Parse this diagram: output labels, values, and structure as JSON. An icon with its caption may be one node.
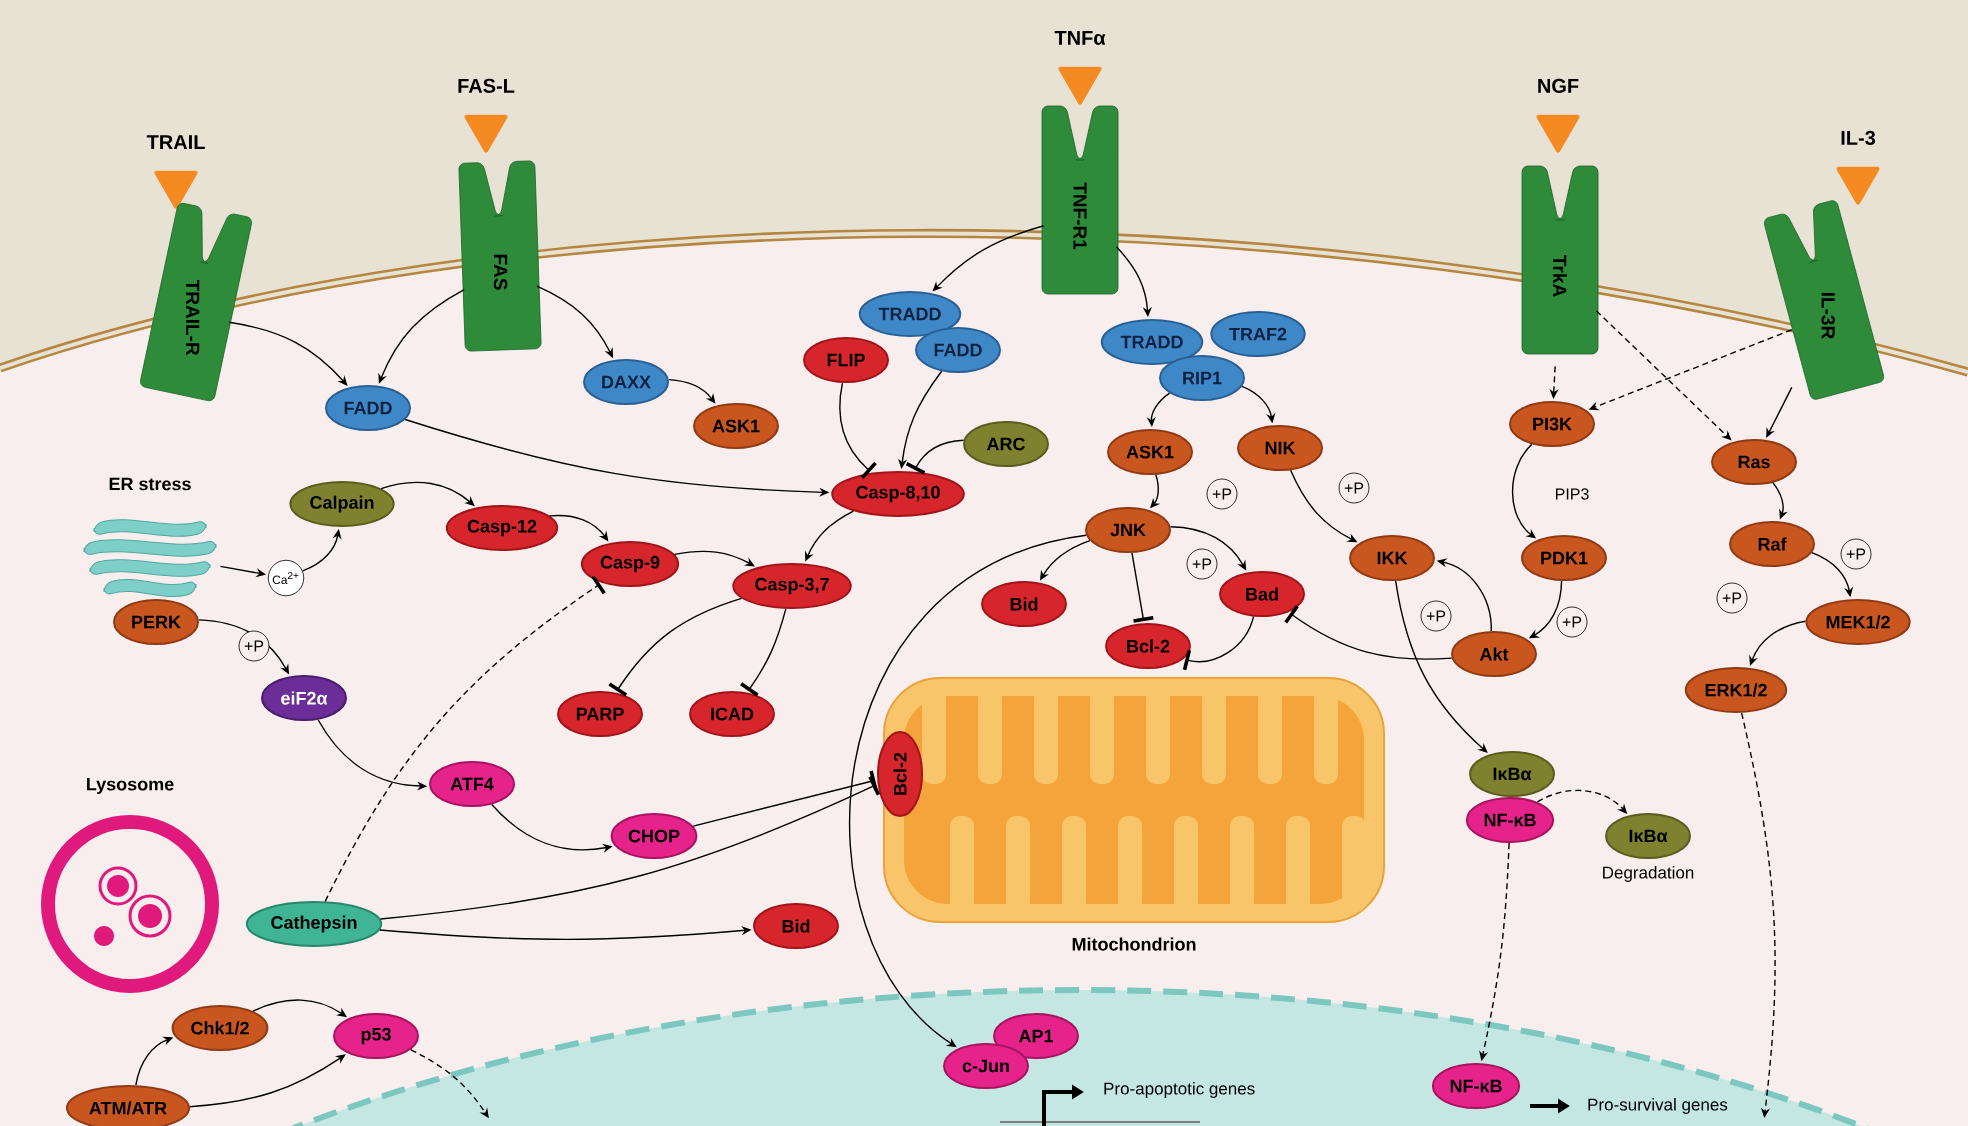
{
  "diagram": {
    "nodes": [
      {
        "text": [
          "TRAIL"
        ]
      },
      {
        "text": [
          "FAS-L"
        ]
      },
      {
        "text": [
          "TNFα"
        ]
      },
      {
        "text": [
          "NGF"
        ]
      },
      {
        "text": [
          "IL-3"
        ]
      },
      {
        "text": [
          "TRAIL-R"
        ]
      },
      {
        "text": [
          "FAS"
        ]
      },
      {
        "text": [
          "TNF-R1"
        ]
      },
      {
        "text": [
          "TrkA"
        ]
      },
      {
        "text": [
          "IL-3R"
        ]
      },
      {
        "text": [
          "FADD"
        ]
      },
      {
        "text": [
          "DAXX"
        ]
      },
      {
        "text": [
          "ASK1"
        ]
      },
      {
        "text": [
          "TRADD"
        ]
      },
      {
        "text": [
          "FADD"
        ]
      },
      {
        "text": [
          "FLIP"
        ]
      },
      {
        "text": [
          "ARC"
        ]
      },
      {
        "text": [
          "Casp-8,10"
        ]
      },
      {
        "text": [
          "TRADD"
        ]
      },
      {
        "text": [
          "TRAF2"
        ]
      },
      {
        "text": [
          "RIP1"
        ]
      },
      {
        "text": [
          "ASK1"
        ]
      },
      {
        "text": [
          "NIK"
        ]
      },
      {
        "text": [
          "JNK"
        ]
      },
      {
        "text": [
          "IKK"
        ]
      },
      {
        "text": [
          "PI3K"
        ]
      },
      {
        "text": [
          "PDK1"
        ]
      },
      {
        "text": [
          "Ras"
        ]
      },
      {
        "text": [
          "Raf"
        ]
      },
      {
        "text": [
          "MEK1/2"
        ]
      },
      {
        "text": [
          "ERK1/2"
        ]
      },
      {
        "text": [
          "Akt"
        ]
      },
      {
        "text": [
          "Bid"
        ]
      },
      {
        "text": [
          "Bad"
        ]
      },
      {
        "text": [
          "Bcl-2"
        ]
      },
      {
        "text": [
          "ER stress"
        ]
      },
      {
        "text": [
          "Calpain"
        ]
      },
      {
        "text": [
          "Casp-12"
        ]
      },
      {
        "text": [
          "Casp-9"
        ]
      },
      {
        "text": [
          "Casp-3,7"
        ]
      },
      {
        "text": [
          "PERK"
        ]
      },
      {
        "text": [
          "eiF2α"
        ]
      },
      {
        "text": [
          "PARP"
        ]
      },
      {
        "text": [
          "ICAD"
        ]
      },
      {
        "text": [
          "ATF4"
        ]
      },
      {
        "text": [
          "CHOP"
        ]
      },
      {
        "text": [
          "Lysosome"
        ]
      },
      {
        "text": [
          "Cathepsin"
        ]
      },
      {
        "text": [
          "Bid"
        ]
      },
      {
        "text": [
          "Bcl-2"
        ]
      },
      {
        "text": [
          "Mitochondrion"
        ]
      },
      {
        "text": [
          "Chk1/2"
        ]
      },
      {
        "text": [
          "p53"
        ]
      },
      {
        "text": [
          "ATM/ATR"
        ]
      },
      {
        "text": [
          "AP1"
        ]
      },
      {
        "text": [
          "c-Jun"
        ]
      },
      {
        "text": [
          "IκBα"
        ]
      },
      {
        "text": [
          "NF-κB"
        ]
      },
      {
        "text": [
          "IκBα"
        ],
        "beside": [
          "Degradation"
        ]
      },
      {
        "text": [
          "NF-κB"
        ]
      },
      {
        "text": [
          "Ca$^{2+}$"
        ]
      }
    ],
    "edges": [
      {
        "from": 5,
        "to": 10,
        "arrow": "to"
      },
      {
        "from": 6,
        "to": 10,
        "arrow": "to"
      },
      {
        "from": 6,
        "to": 11,
        "arrow": "to"
      },
      {
        "from": 11,
        "to": 12,
        "arrow": "to"
      },
      {
        "from": 10,
        "to": 17,
        "arrow": "to"
      },
      {
        "from": 7,
        "to": 13,
        "arrow": "to"
      },
      {
        "from": 7,
        "to": 18,
        "arrow": "to"
      },
      {
        "from": 15,
        "to": 17,
        "arrow": "other"
      },
      {
        "from": 14,
        "to": 17,
        "arrow": "to"
      },
      {
        "from": 16,
        "to": 17,
        "arrow": "other"
      },
      {
        "from": 17,
        "to": 39,
        "arrow": "to"
      },
      {
        "from": 20,
        "to": 21,
        "arrow": "to"
      },
      {
        "from": 20,
        "to": 22,
        "arrow": "to"
      },
      {
        "from": 21,
        "to": 23,
        "arrow": "to",
        "label": "+P"
      },
      {
        "from": 22,
        "to": 24,
        "arrow": "to",
        "label": "+P"
      },
      {
        "from": 23,
        "to": 32,
        "arrow": "to"
      },
      {
        "from": 23,
        "to": 33,
        "arrow": "to",
        "label": "+P"
      },
      {
        "from": 23,
        "to": 34,
        "arrow": "other"
      },
      {
        "from": 33,
        "to": 34,
        "arrow": "other"
      },
      {
        "from": 31,
        "to": 33,
        "arrow": "other"
      },
      {
        "from": 31,
        "to": 24,
        "arrow": "to",
        "label": "+P"
      },
      {
        "from": 26,
        "to": 31,
        "arrow": "to",
        "label": "+P"
      },
      {
        "from": 25,
        "to": 26,
        "arrow": "to",
        "label": "PIP3"
      },
      {
        "from": 8,
        "to": 25,
        "arrow": "to",
        "style": "dashed"
      },
      {
        "from": 8,
        "to": 27,
        "arrow": "to",
        "style": "dashed"
      },
      {
        "from": 9,
        "to": 25,
        "arrow": "to",
        "style": "dashed"
      },
      {
        "from": 9,
        "to": 27,
        "arrow": "to"
      },
      {
        "from": 27,
        "to": 28,
        "arrow": "to"
      },
      {
        "from": 28,
        "to": 29,
        "arrow": "to",
        "label": "+P"
      },
      {
        "from": 29,
        "to": 30,
        "arrow": "to",
        "label": "+P"
      },
      {
        "from": 30,
        "to": null,
        "arrow": "to",
        "style": "dashed"
      },
      {
        "from": 24,
        "to": 56,
        "arrow": "to"
      },
      {
        "from": 57,
        "to": 58,
        "arrow": "to",
        "style": "dashed"
      },
      {
        "from": 57,
        "to": 59,
        "arrow": "to",
        "style": "dashed"
      },
      {
        "from": 23,
        "to": 55,
        "arrow": "to"
      },
      {
        "from": 45,
        "to": 49,
        "arrow": "other"
      },
      {
        "from": 47,
        "to": 49,
        "arrow": "other"
      },
      {
        "from": 47,
        "to": 48,
        "arrow": "to"
      },
      {
        "from": 47,
        "to": 38,
        "arrow": "other",
        "style": "dashed"
      },
      {
        "from": 35,
        "to": 60,
        "arrow": "to"
      },
      {
        "from": 60,
        "to": 36,
        "arrow": "to"
      },
      {
        "from": 36,
        "to": 37,
        "arrow": "to"
      },
      {
        "from": 37,
        "to": 38,
        "arrow": "to"
      },
      {
        "from": 38,
        "to": 39,
        "arrow": "to"
      },
      {
        "from": 39,
        "to": 42,
        "arrow": "other"
      },
      {
        "from": 39,
        "to": 43,
        "arrow": "other"
      },
      {
        "from": 40,
        "to": 41,
        "arrow": "to",
        "label": "+P"
      },
      {
        "from": 41,
        "to": 44,
        "arrow": "to"
      },
      {
        "from": 44,
        "to": 45,
        "arrow": "to"
      },
      {
        "from": 53,
        "to": 51,
        "arrow": "to"
      },
      {
        "from": 51,
        "to": 52,
        "arrow": "to"
      },
      {
        "from": 53,
        "to": 52,
        "arrow": "to"
      },
      {
        "from": 52,
        "to": null,
        "arrow": "to",
        "style": "dashed"
      }
    ],
    "labels": [
      "Pro-apoptotic genes",
      "Pro-survival genes"
    ]
  }
}
